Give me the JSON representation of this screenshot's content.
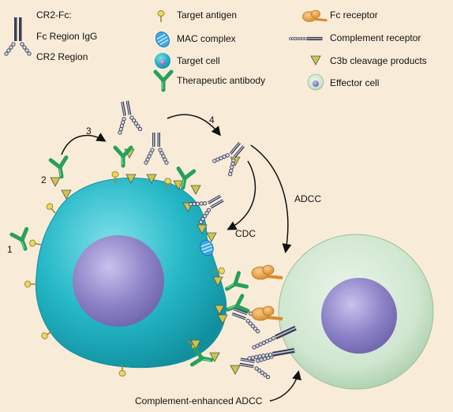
{
  "legend": {
    "cr2fc_title": "CR2-Fc:",
    "fc_region": "Fc Region IgG",
    "cr2_region": "CR2 Region",
    "target_antigen": "Target antigen",
    "mac_complex": "MAC complex",
    "target_cell": "Target cell",
    "therapeutic_antibody": "Therapeutic antibody",
    "fc_receptor": "Fc receptor",
    "complement_receptor": "Complement receptor",
    "c3b_products": "C3b cleavage products",
    "effector_cell": "Effector cell"
  },
  "steps": [
    "1",
    "2",
    "3",
    "4"
  ],
  "labels": {
    "cdc": "CDC",
    "adcc": "ADCC",
    "complement_enhanced": "Complement-enhanced ADCC"
  },
  "colors": {
    "background": "#f8ecd8",
    "target_cell": "#25b8c7",
    "nucleus": "#8c82c6",
    "effector_cell": "#cfe6cf",
    "antibody": "#27a05a",
    "antigen": "#f0d860",
    "c3b": "#c8c84a",
    "mac": "#3aa8e8",
    "fc_receptor": "#e79a3c",
    "cr2fc": "#3a3d55"
  }
}
